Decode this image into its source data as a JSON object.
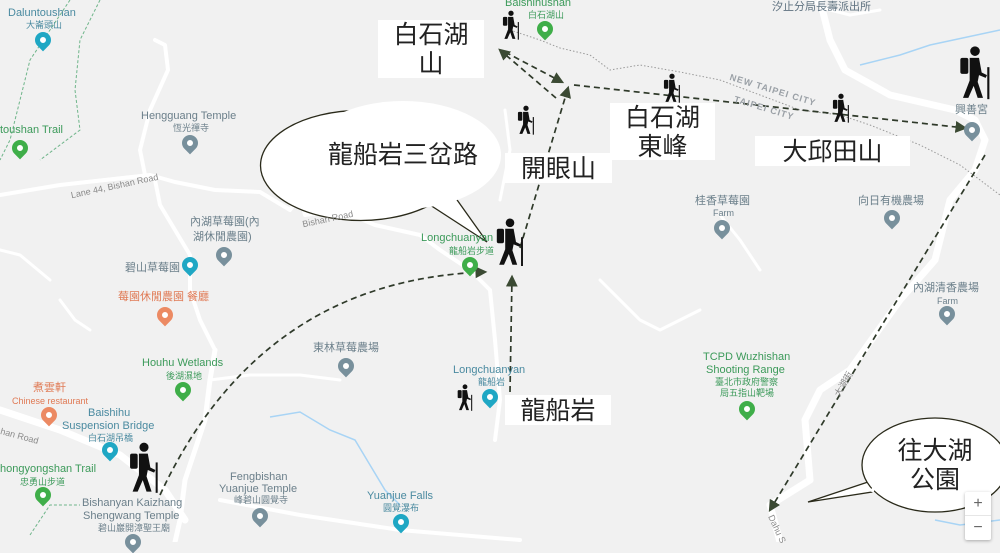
{
  "map": {
    "places": [
      {
        "en": "Daluntoushan",
        "zh": "大崙頭山"
      },
      {
        "en": "toushan Trail"
      },
      {
        "en": "Hengguang Temple",
        "zh": "恆光禪寺"
      },
      {
        "zh_line1": "內湖草莓園(內",
        "zh_line2": "湖休閒農園)"
      },
      {
        "zh": "碧山草莓園"
      },
      {
        "zh": "莓園休閒農園 餐廳"
      },
      {
        "en": "Houhu Wetlands",
        "zh": "後湖濕地"
      },
      {
        "zh": "煮雲軒",
        "en": "Chinese restaurant"
      },
      {
        "en_line1": "Baishihu",
        "en_line2": "Suspension Bridge",
        "zh": "白石湖吊橋"
      },
      {
        "en": "hongyongshan Trail",
        "zh": "忠勇山步道"
      },
      {
        "en_line1": "Bishanyan Kaizhang",
        "en_line2": "Shengwang Temple",
        "zh": "碧山巖開漳聖王廟"
      },
      {
        "en_line1": "Fengbishan",
        "en_line2": "Yuanjue Temple",
        "zh": "峰碧山圓覺寺"
      },
      {
        "en": "Yuanjue Falls",
        "zh": "圓覺瀑布"
      },
      {
        "zh": "東林草莓農場"
      },
      {
        "en": "Longchuanyan",
        "zh": "龍船岩"
      },
      {
        "en": "Longchuanyan",
        "zh": "龍船岩步道"
      },
      {
        "en": "Baishihushan",
        "zh": "白石湖山"
      },
      {
        "zh": "汐止分局長壽派出所"
      },
      {
        "zh": "桂香草莓園",
        "en": "Farm"
      },
      {
        "zh": "向日有機農場"
      },
      {
        "zh": "興善宮"
      },
      {
        "zh": "內湖清香農場",
        "en": "Farm"
      },
      {
        "en_line1": "TCPD Wuzhishan",
        "en_line2": "Shooting Range",
        "zh_line1": "臺北市政府警察",
        "zh_line2": "局五指山靶場"
      }
    ],
    "roads": [
      "Lane 44, Bishan Road",
      "Bishan Road",
      "han Road",
      "大湖街",
      "Dahu S"
    ],
    "boundaries": [
      "NEW TAIPEI CITY",
      "TAIPEI CITY"
    ],
    "zoom_in": "+",
    "zoom_out": "−"
  },
  "annotations": {
    "baishihushan": {
      "line1": "白石湖",
      "line2": "山"
    },
    "junction_callout": "龍船岩三岔路",
    "kaiyanshan": "開眼山",
    "baishihu_east_peak": {
      "line1": "白石湖",
      "line2": "東峰"
    },
    "daqiutianshan": "大邱田山",
    "longchuanyan": "龍船岩",
    "dahu_park_callout": {
      "line1": "往大湖",
      "line2": "公園"
    }
  },
  "colors": {
    "route": "#2f3a2a",
    "pin_camera": "#1fa7c4",
    "pin_trail": "#3fae49",
    "pin_generic": "#78909c",
    "pin_food": "#ec8a63",
    "water": "#a8d4f5"
  },
  "icons": [
    "hiker-icon",
    "camera-pin-icon",
    "trail-pin-icon",
    "place-pin-icon",
    "restaurant-pin-icon",
    "temple-pin-icon"
  ]
}
